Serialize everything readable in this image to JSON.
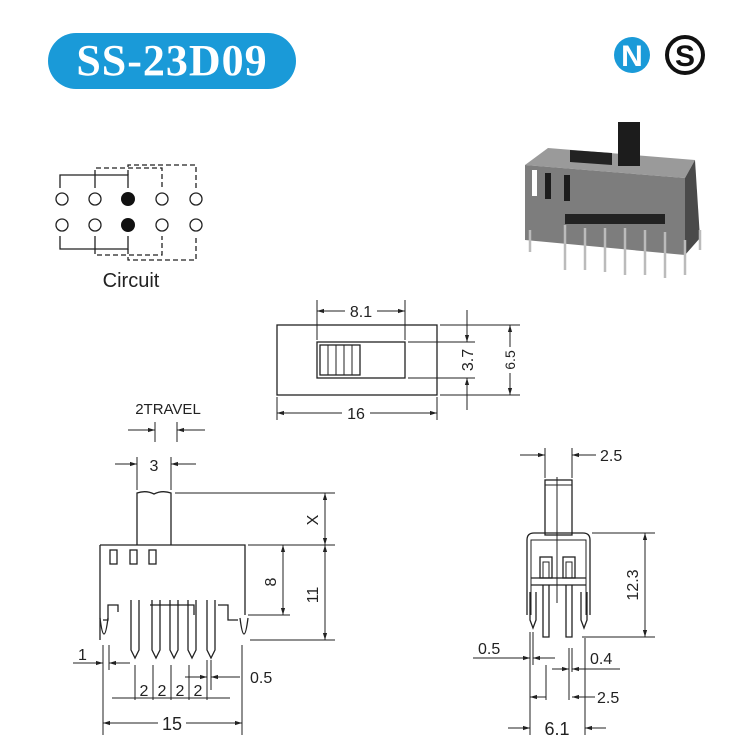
{
  "title": "SS-23D09",
  "logo": {
    "letters": [
      "N",
      "S"
    ],
    "colors": {
      "n": "#1a9ad8",
      "s": "#111111"
    }
  },
  "accent_color": "#1a9ad8",
  "circuit": {
    "label": "Circuit"
  },
  "top_view": {
    "slot_width": "8.1",
    "length": "16",
    "slot_height": "3.7",
    "height": "6.5"
  },
  "front_view": {
    "travel": "2TRAVEL",
    "actuator_width": "3",
    "actuator_height": "X",
    "pin_height": "8",
    "body_height": "11",
    "leg_width": "1",
    "pin_width": "0.5",
    "pin_pitch": [
      "2",
      "2",
      "2",
      "2"
    ],
    "width": "15"
  },
  "side_view": {
    "actuator_width": "2.5",
    "height": "12.3",
    "leg_width": "0.5",
    "pin_width": "0.4",
    "pin_spacing": "2.5",
    "width": "6.1"
  }
}
